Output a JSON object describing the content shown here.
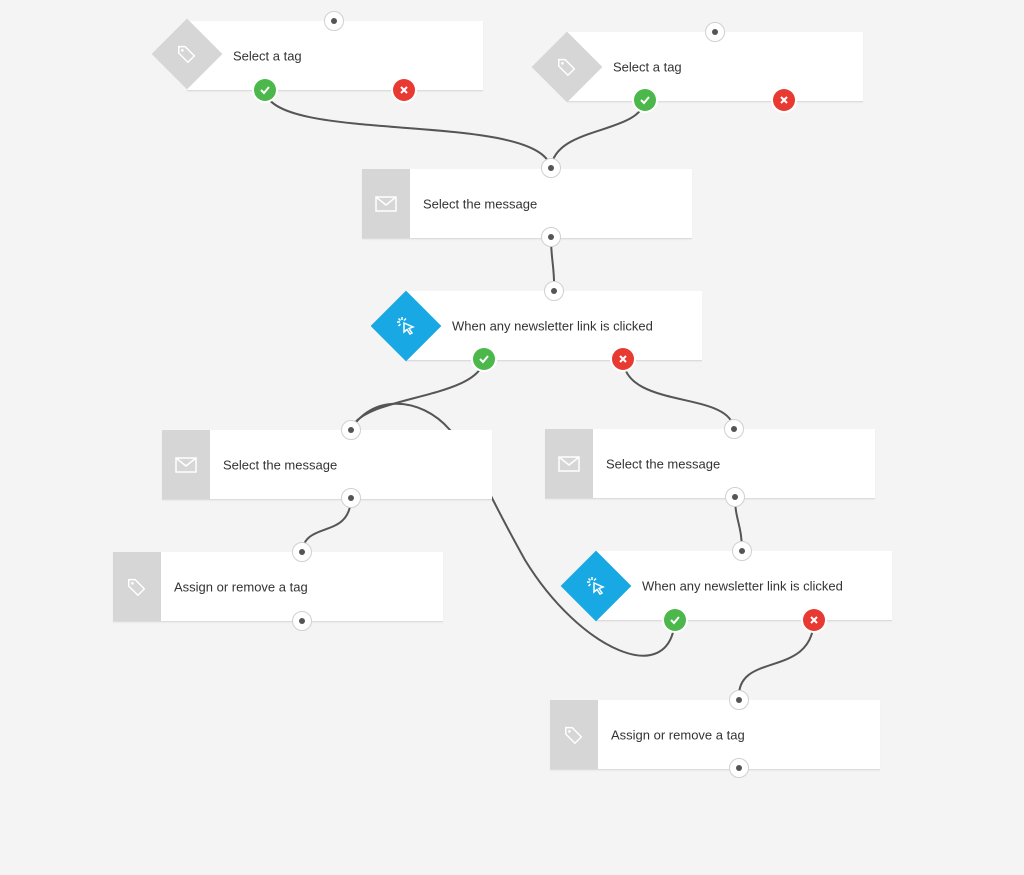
{
  "colors": {
    "background": "#f4f4f4",
    "card": "#ffffff",
    "icon_box": "#d6d6d6",
    "trigger_blue": "#18a8e4",
    "yes_green": "#4cb84c",
    "no_red": "#e83a32",
    "wire": "#555555"
  },
  "nodes": {
    "tag_left": {
      "label": "Select a tag",
      "icon": "tag-icon"
    },
    "tag_right": {
      "label": "Select a tag",
      "icon": "tag-icon"
    },
    "message_1": {
      "label": "Select the message",
      "icon": "envelope-icon"
    },
    "trigger_1": {
      "label": "When any newsletter link is clicked",
      "icon": "cursor-click-icon"
    },
    "message_2": {
      "label": "Select the message",
      "icon": "envelope-icon"
    },
    "message_3": {
      "label": "Select the message",
      "icon": "envelope-icon"
    },
    "assign_1": {
      "label": "Assign or remove a tag",
      "icon": "tag-icon"
    },
    "trigger_2": {
      "label": "When any newsletter link is clicked",
      "icon": "cursor-click-icon"
    },
    "assign_2": {
      "label": "Assign or remove a tag",
      "icon": "tag-icon"
    }
  }
}
